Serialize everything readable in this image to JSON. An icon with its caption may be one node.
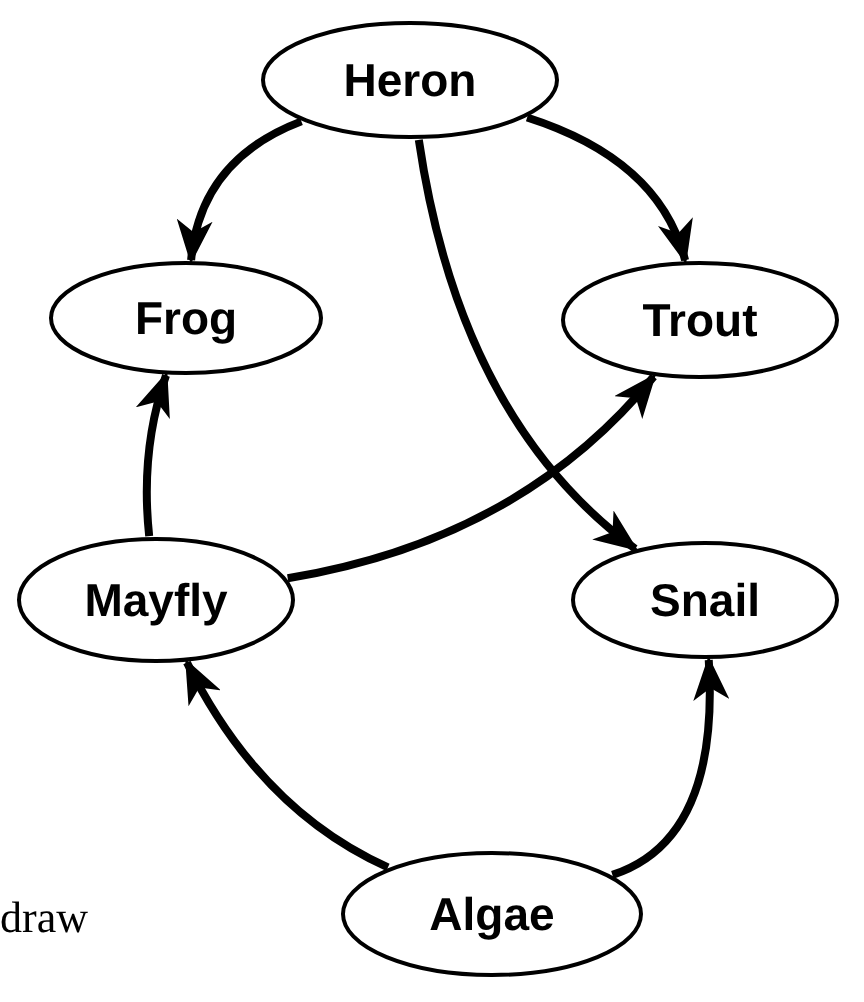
{
  "diagram": {
    "nodes": [
      {
        "text": [
          "Heron"
        ]
      },
      {
        "text": [
          "Frog"
        ]
      },
      {
        "text": [
          "Trout"
        ]
      },
      {
        "text": [
          "Mayfly"
        ]
      },
      {
        "text": [
          "Snail"
        ]
      },
      {
        "text": [
          "Algae"
        ]
      }
    ],
    "edges": [
      {
        "from": 0,
        "to": 1,
        "arrow": "to"
      },
      {
        "from": 0,
        "to": 2,
        "arrow": "to"
      },
      {
        "from": 0,
        "to": 4,
        "arrow": "to"
      },
      {
        "from": 3,
        "to": 1,
        "arrow": "to"
      },
      {
        "from": 3,
        "to": 2,
        "arrow": "to"
      },
      {
        "from": 5,
        "to": 3,
        "arrow": "to"
      },
      {
        "from": 5,
        "to": 4,
        "arrow": "to"
      }
    ],
    "labels": [
      "draw"
    ]
  }
}
